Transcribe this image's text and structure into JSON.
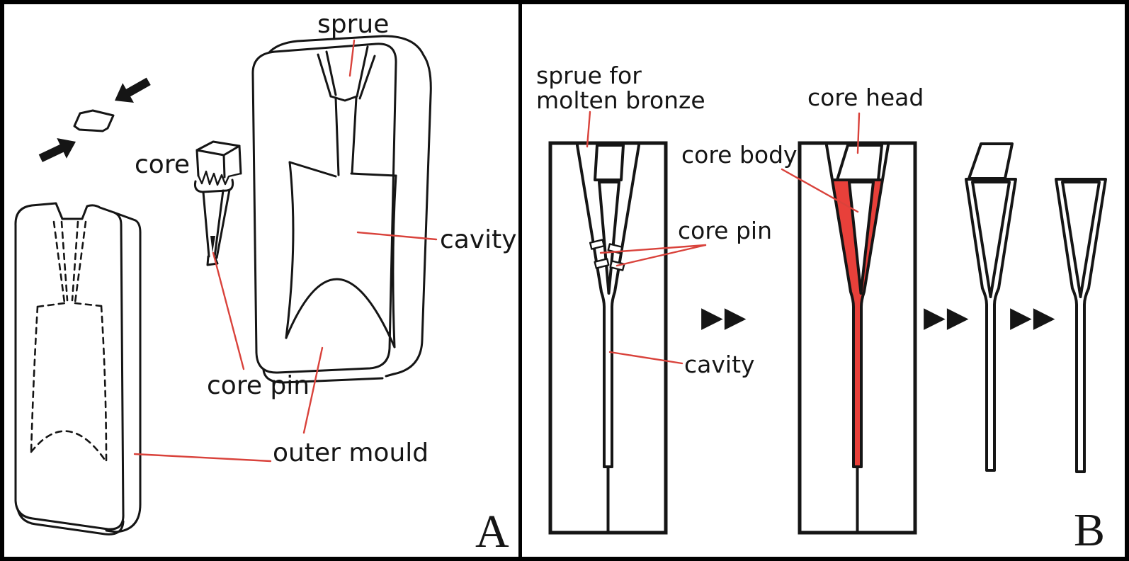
{
  "colors": {
    "bronze_red": "#e8403a",
    "cast_yellow": "#f1ee6d",
    "leader_red": "#d9423b",
    "ink": "#151515"
  },
  "panel_a": {
    "letter": "A",
    "labels": {
      "sprue": "sprue",
      "core": "core",
      "cavity": "cavity",
      "core_pin": "core pin",
      "outer_mould": "outer mould"
    }
  },
  "panel_b": {
    "letter": "B",
    "advance_glyph": "▶▶",
    "labels": {
      "sprue_line1": "sprue for",
      "sprue_line2": "molten bronze",
      "core_head": "core head",
      "core_body": "core body",
      "core_pin": "core pin",
      "cavity": "cavity"
    }
  }
}
